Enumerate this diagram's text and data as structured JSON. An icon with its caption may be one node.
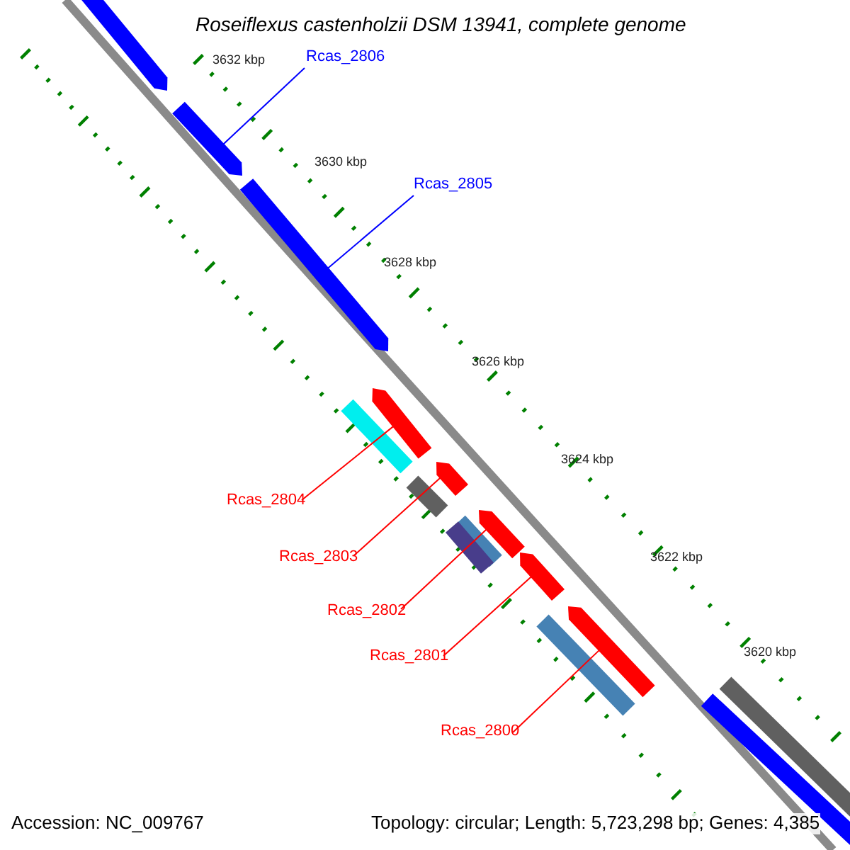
{
  "diagram": {
    "title": "Roseiflexus castenholzii DSM 13941, complete genome",
    "nodes": [
      {
        "text": [
          "Rcas_2806"
        ]
      },
      {
        "text": [
          "Rcas_2805"
        ]
      },
      {
        "text": [
          "Rcas_2804"
        ]
      },
      {
        "text": [
          "Rcas_2803"
        ]
      },
      {
        "text": [
          "Rcas_2802"
        ]
      },
      {
        "text": [
          "Rcas_2801"
        ]
      },
      {
        "text": [
          "Rcas_2800"
        ]
      },
      {
        "text": [],
        "shape": "bar"
      },
      {
        "text": [],
        "shape": "bar"
      },
      {
        "text": [],
        "shape": "bar"
      },
      {
        "text": [],
        "shape": "bar"
      },
      {
        "text": [],
        "shape": "bar"
      },
      {
        "text": [],
        "shape": "bar"
      },
      {
        "text": [],
        "shape": "bar"
      },
      {
        "text": [],
        "shape": "bar"
      },
      {
        "text": [],
        "shape": "bar"
      },
      {
        "text": [],
        "shape": "bar"
      },
      {
        "text": [],
        "shape": "bar"
      },
      {
        "text": [],
        "shape": "bar"
      },
      {
        "text": [],
        "shape": "bar"
      },
      {
        "text": [],
        "shape": "bar"
      },
      {
        "text": [],
        "shape": "bar"
      }
    ],
    "edges": [
      {
        "from": 0,
        "to": 8,
        "arrow": "none",
        "color": "#0000ff"
      },
      {
        "from": 1,
        "to": 9,
        "arrow": "none",
        "color": "#0000ff"
      },
      {
        "from": 2,
        "to": 10,
        "arrow": "none",
        "color": "#ff0000"
      },
      {
        "from": 3,
        "to": 12,
        "arrow": "none",
        "color": "#ff0000"
      },
      {
        "from": 4,
        "to": 14,
        "arrow": "none",
        "color": "#ff0000"
      },
      {
        "from": 5,
        "to": 17,
        "arrow": "none",
        "color": "#ff0000"
      },
      {
        "from": 6,
        "to": 18,
        "arrow": "none",
        "color": "#ff0000"
      }
    ],
    "labels": [
      "3632 kbp",
      "3630 kbp",
      "3628 kbp",
      "3626 kbp",
      "3624 kbp",
      "3622 kbp",
      "3620 kbp",
      "Accession: NC_009767",
      "Topology: circular; Length: 5,723,298 bp; Genes: 4,385"
    ]
  }
}
